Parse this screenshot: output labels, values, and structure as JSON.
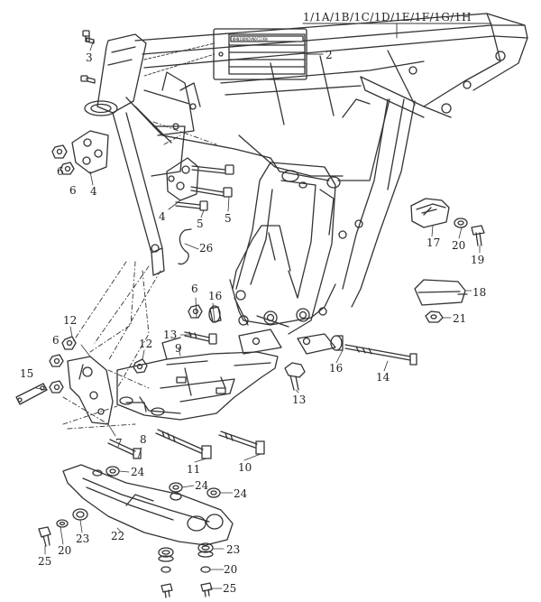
{
  "diagram": {
    "frame_label": "1/1A/1B/1C/1D/1E/1F/1G/1H",
    "plate_text": "BHNIUDNIVNOCIJEN",
    "callouts": [
      {
        "id": "c2",
        "text": "2"
      },
      {
        "id": "c3",
        "text": "3"
      },
      {
        "id": "c4a",
        "text": "4"
      },
      {
        "id": "c4b",
        "text": "4"
      },
      {
        "id": "c5a",
        "text": "5"
      },
      {
        "id": "c5b",
        "text": "5"
      },
      {
        "id": "c6a",
        "text": "6"
      },
      {
        "id": "c6b",
        "text": "6"
      },
      {
        "id": "c6c",
        "text": "6"
      },
      {
        "id": "c6d",
        "text": "6"
      },
      {
        "id": "c7",
        "text": "7"
      },
      {
        "id": "c8",
        "text": "8"
      },
      {
        "id": "c9",
        "text": "9"
      },
      {
        "id": "c10",
        "text": "10"
      },
      {
        "id": "c11",
        "text": "11"
      },
      {
        "id": "c12a",
        "text": "12"
      },
      {
        "id": "c12b",
        "text": "12"
      },
      {
        "id": "c13a",
        "text": "13"
      },
      {
        "id": "c13b",
        "text": "13"
      },
      {
        "id": "c14",
        "text": "14"
      },
      {
        "id": "c15",
        "text": "15"
      },
      {
        "id": "c16a",
        "text": "16"
      },
      {
        "id": "c16b",
        "text": "16"
      },
      {
        "id": "c17",
        "text": "17"
      },
      {
        "id": "c18",
        "text": "18"
      },
      {
        "id": "c19",
        "text": "19"
      },
      {
        "id": "c20a",
        "text": "20"
      },
      {
        "id": "c20b",
        "text": "20"
      },
      {
        "id": "c20c",
        "text": "20"
      },
      {
        "id": "c21",
        "text": "21"
      },
      {
        "id": "c22",
        "text": "22"
      },
      {
        "id": "c23a",
        "text": "23"
      },
      {
        "id": "c23b",
        "text": "23"
      },
      {
        "id": "c24a",
        "text": "24"
      },
      {
        "id": "c24b",
        "text": "24"
      },
      {
        "id": "c24c",
        "text": "24"
      },
      {
        "id": "c25a",
        "text": "25"
      },
      {
        "id": "c25b",
        "text": "25"
      },
      {
        "id": "c26",
        "text": "26"
      }
    ]
  }
}
